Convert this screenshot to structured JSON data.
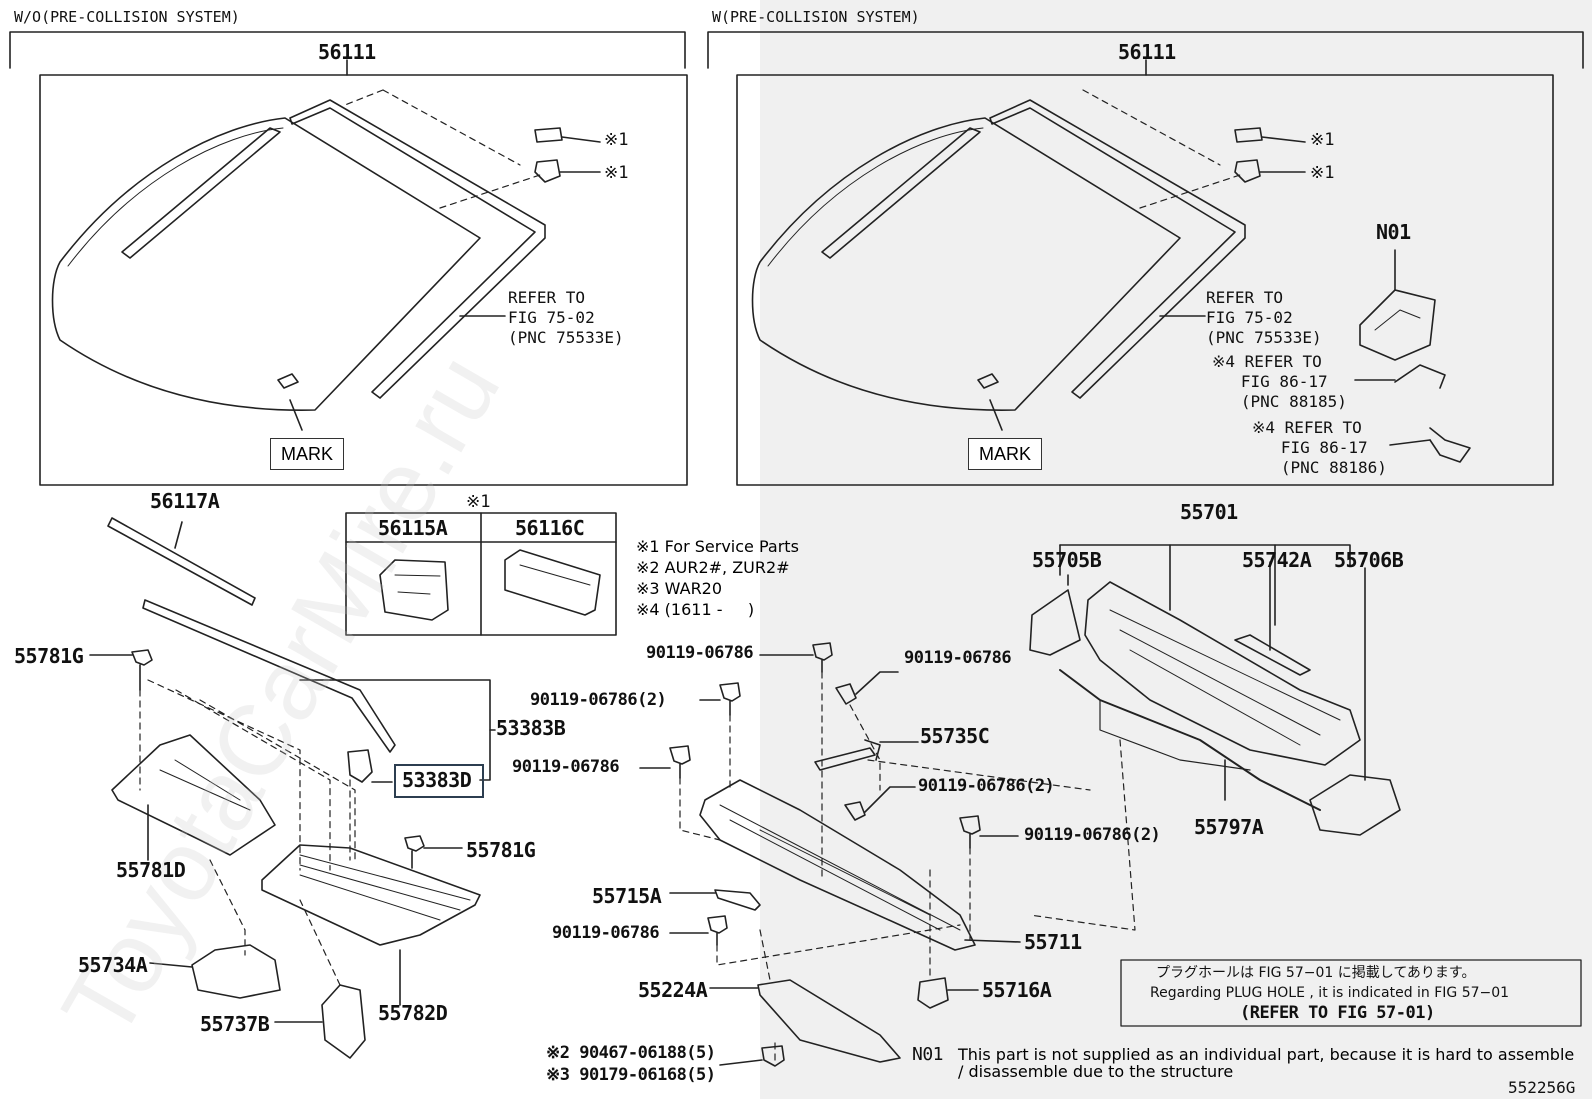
{
  "headers": {
    "left": "W/O(PRE-COLLISION SYSTEM)",
    "right": "W(PRE-COLLISION SYSTEM)"
  },
  "left_windshield": {
    "part": "56111",
    "clip_note_1": "※1",
    "clip_note_2": "※1",
    "refer": "REFER TO\nFIG 75-02\n(PNC 75533E)",
    "mark": "MARK"
  },
  "right_windshield": {
    "part": "56111",
    "clip_note_1": "※1",
    "clip_note_2": "※1",
    "refer": "REFER TO\nFIG 75-02\n(PNC 75533E)",
    "mark": "MARK",
    "n01": "N01",
    "refer_sensor_1": "※4 REFER TO\n   FIG 86-17\n   (PNC 88185)",
    "refer_sensor_2": "※4 REFER TO\n   FIG 86-17\n   (PNC 88186)"
  },
  "service_parts": {
    "note": "※1",
    "col1": "56115A",
    "col2": "56116C"
  },
  "legend": "※1 For Service Parts\n※2 AUR2#, ZUR2#\n※3 WAR20\n※4 (1611 -     )",
  "parts": {
    "p56117A": "56117A",
    "p55781G_top": "55781G",
    "p53383B": "53383B",
    "p53383D": "53383D",
    "p55781D": "55781D",
    "p55781G_mid": "55781G",
    "p55734A": "55734A",
    "p55737B": "55737B",
    "p55782D": "55782D",
    "p55701": "55701",
    "p55705B": "55705B",
    "p55742A": "55742A",
    "p55706B": "55706B",
    "p55797A": "55797A",
    "b1": "90119-06786",
    "b2": "90119-06786",
    "b3": "90119-06786(2)",
    "p55735C": "55735C",
    "b4": "90119-06786",
    "b5": "90119-06786(2)",
    "b6": "90119-06786(2)",
    "p55715A": "55715A",
    "b7": "90119-06786",
    "p55711": "55711",
    "p55716A": "55716A",
    "p55224A": "55224A",
    "c1": "※2 90467-06188(5)",
    "c2": "※3 90179-06168(5)"
  },
  "plug_note": {
    "jp": "プラグホールは FIG 57−01 に掲載してあります。",
    "en": "Regarding  PLUG  HOLE , it is indicated in  FIG  57−01",
    "ref": "(REFER TO FIG 57-01)"
  },
  "n01_note": {
    "tag": "N01",
    "text": "This part is not supplied as an individual part, because it is hard to assemble / disassemble due to the structure"
  },
  "figure_id": "552256G",
  "watermark": "ToyotaCarMire.ru"
}
